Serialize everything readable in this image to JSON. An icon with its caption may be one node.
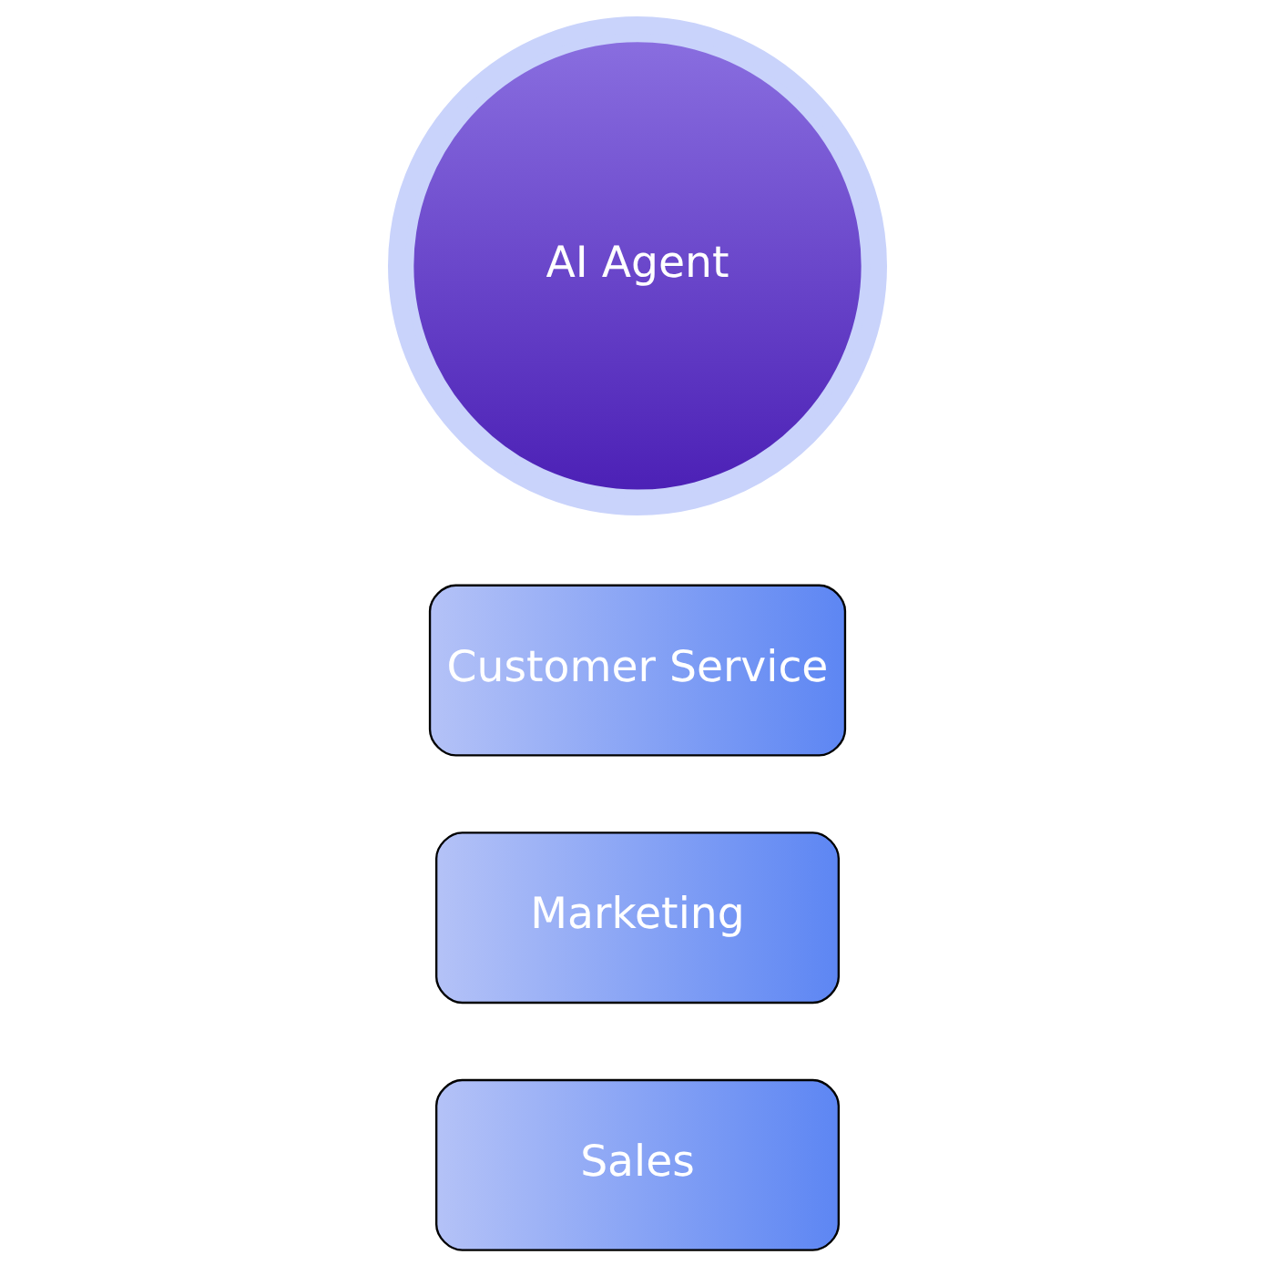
{
  "diagram": {
    "nodes": [
      {
        "text": [
          "Sales"
        ]
      },
      {
        "text": [
          "Marketing"
        ]
      },
      {
        "text": [
          "Customer Service"
        ]
      },
      {
        "text": [
          "AI Agent"
        ]
      }
    ]
  }
}
